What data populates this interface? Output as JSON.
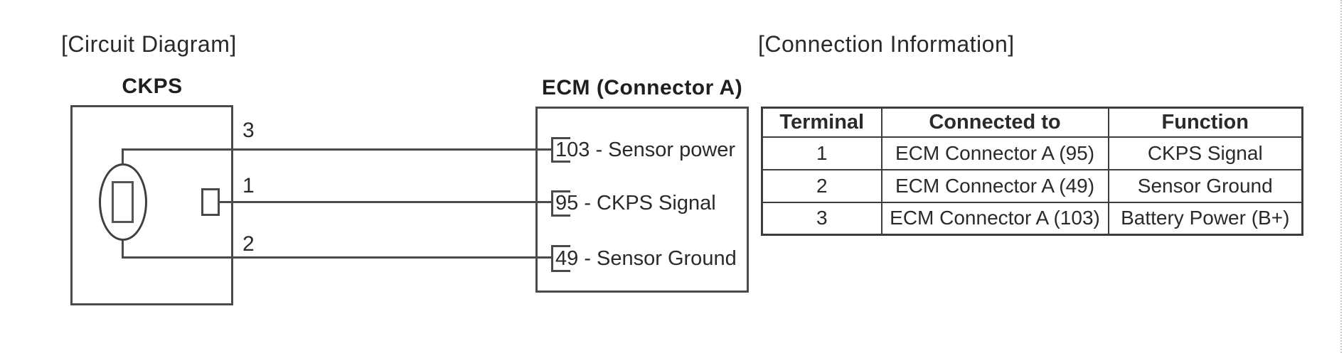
{
  "sections": {
    "circuit_title": "[Circuit Diagram]",
    "connection_title": "[Connection Information]"
  },
  "diagram": {
    "ckps": {
      "label": "CKPS",
      "terminals": [
        "3",
        "1",
        "2"
      ]
    },
    "ecm": {
      "label": "ECM (Connector A)",
      "pins": [
        "103 - Sensor power",
        "95 - CKPS Signal",
        "49 - Sensor Ground"
      ]
    }
  },
  "table": {
    "headers": [
      "Terminal",
      "Connected to",
      "Function"
    ],
    "rows": [
      [
        "1",
        "ECM Connector A (95)",
        "CKPS Signal"
      ],
      [
        "2",
        "ECM Connector A (49)",
        "Sensor Ground"
      ],
      [
        "3",
        "ECM Connector A (103)",
        "Battery Power (B+)"
      ]
    ]
  },
  "colors": {
    "line": "#4a4a4a",
    "text": "#2a2a2a",
    "background": "#ffffff"
  }
}
